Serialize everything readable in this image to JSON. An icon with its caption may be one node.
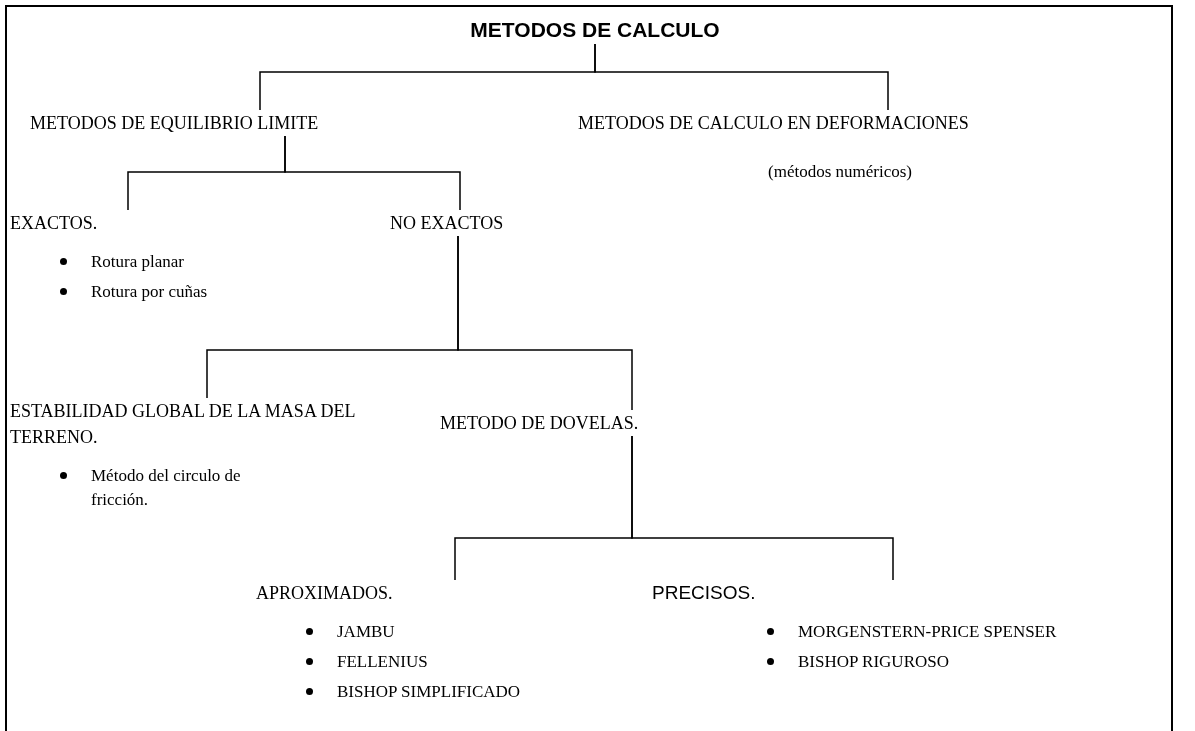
{
  "diagram": {
    "nodes": [
      {
        "text": [
          "METODOS DE CALCULO"
        ]
      },
      {
        "text": [
          "METODOS DE EQUILIBRIO LIMITE"
        ]
      },
      {
        "text": [
          "METODOS DE CALCULO EN DEFORMACIONES"
        ],
        "beside": [
          "(métodos numéricos)"
        ]
      },
      {
        "text": [
          "EXACTOS.",
          "Rotura planar",
          "Rotura por cuñas"
        ]
      },
      {
        "text": [
          "NO EXACTOS"
        ]
      },
      {
        "text": [
          "ESTABILIDAD GLOBAL DE LA MASA DEL TERRENO.",
          "Método del circulo de fricción."
        ]
      },
      {
        "text": [
          "METODO DE DOVELAS."
        ]
      },
      {
        "text": [
          "APROXIMADOS.",
          "JAMBU",
          "FELLENIUS",
          "BISHOP SIMPLIFICADO"
        ]
      },
      {
        "text": [
          "PRECISOS.",
          "MORGENSTERN-PRICE SPENSER",
          "BISHOP RIGUROSO"
        ]
      }
    ],
    "edges": [
      {
        "from": 0,
        "to": 1,
        "arrow": "none"
      },
      {
        "from": 0,
        "to": 2,
        "arrow": "none"
      },
      {
        "from": 1,
        "to": 3,
        "arrow": "none"
      },
      {
        "from": 1,
        "to": 4,
        "arrow": "none"
      },
      {
        "from": 4,
        "to": 5,
        "arrow": "none"
      },
      {
        "from": 4,
        "to": 6,
        "arrow": "none"
      },
      {
        "from": 6,
        "to": 7,
        "arrow": "none"
      },
      {
        "from": 6,
        "to": 8,
        "arrow": "none"
      }
    ]
  }
}
